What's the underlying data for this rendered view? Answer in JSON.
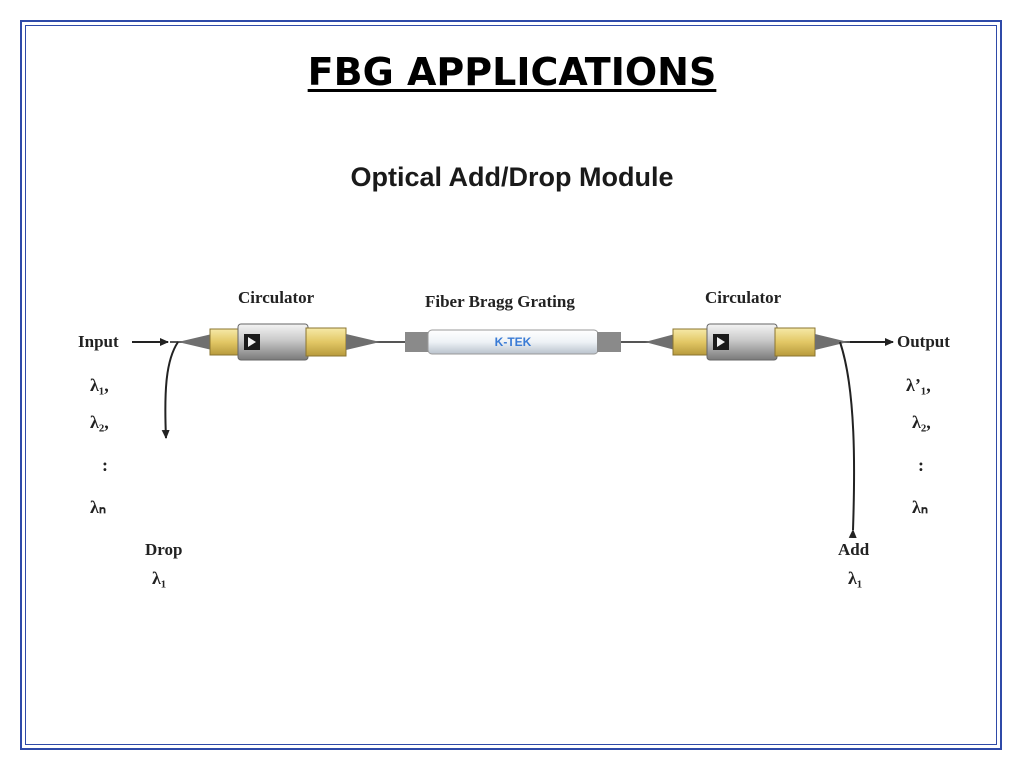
{
  "title": "FBG APPLICATIONS",
  "subtitle": "Optical Add/Drop Module",
  "labels": {
    "circulator_left": "Circulator",
    "fbg": "Fiber Bragg Grating",
    "circulator_right": "Circulator",
    "input": "Input",
    "output": "Output",
    "drop": "Drop",
    "add": "Add",
    "grating_brand": "K-TEK"
  },
  "input_lambdas": [
    "λ₁,",
    "λ₂,",
    ":",
    "λₙ"
  ],
  "output_lambdas": [
    "λ’₁,",
    "λ₂,",
    ":",
    "λₙ"
  ],
  "drop_lambda": "λ₁",
  "add_lambda": "λ₁",
  "colors": {
    "border": "#2f4aa8",
    "circulator": "#e8d27a",
    "grating_text": "#3a7bd5"
  }
}
